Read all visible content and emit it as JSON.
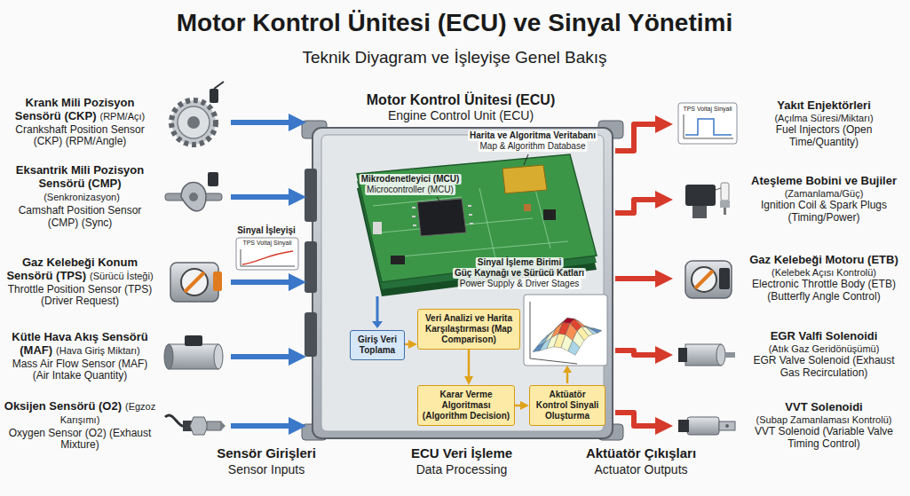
{
  "diagram": {
    "title": "Motor Kontrol Ünitesi (ECU) ve Sinyal Yönetimi",
    "nodes": [
      {
        "text": [
          "Krank Mili Pozisyon Sensörü (CKP)",
          "(RPM/Açı)",
          "Crankshaft Position Sensor (CKP) (RPM/Angle)"
        ]
      },
      {
        "text": [
          "Eksantrik Mili Pozisyon Sensörü (CMP)",
          "(Senkronizasyon)",
          "Camshaft Position Sensor (CMP) (Sync)"
        ]
      },
      {
        "text": [
          "Gaz Kelebeği Konum Sensörü (TPS)",
          "(Sürücü İsteği)",
          "Throttle Position Sensor (TPS) (Driver Request)"
        ]
      },
      {
        "text": [
          "Kütle Hava Akış Sensörü (MAF)",
          "(Hava Giriş Miktarı)",
          "Mass Air Flow Sensor (MAF) (Air Intake Quantity)"
        ]
      },
      {
        "text": [
          "Oksijen Sensörü (O2)",
          "(Egzoz Karışımı)",
          "Oxygen Sensor (O2) (Exhaust Mixture)"
        ]
      },
      {
        "text": [
          "Motor Kontrol Ünitesi (ECU)",
          "Engine Control Unit (ECU)"
        ]
      },
      {
        "text": [
          "Giriş Veri Toplama"
        ],
        "in": 5
      },
      {
        "text": [
          "Veri Analizi ve Harita Karşılaştırması (Map Comparison)"
        ],
        "in": 5
      },
      {
        "text": [
          "Karar Verme Algoritması (Algorithm Decision)"
        ],
        "in": 5
      },
      {
        "text": [
          "Aktüatör Kontrol Sinyali Oluşturma"
        ],
        "in": 5
      },
      {
        "text": [
          "Yakıt Enjektörleri",
          "(Açılma Süresi/Miktarı)",
          "Fuel Injectors (Open Time/Quantity)"
        ]
      },
      {
        "text": [
          "Ateşleme Bobini ve Bujiler",
          "(Zamanlama/Güç)",
          "Ignition Coil & Spark Plugs (Timing/Power)"
        ]
      },
      {
        "text": [
          "Gaz Kelebeği Motoru (ETB)",
          "(Kelebek Açısı Kontrolü)",
          "Electronic Throttle Body (ETB) (Butterfly Angle Control)"
        ]
      },
      {
        "text": [
          "EGR Valfi Solenoidi",
          "(Atık Gaz Geridönüşümü)",
          "EGR Valve Solenoid (Exhaust Gas Recirculation)"
        ]
      },
      {
        "text": [
          "VVT Solenoidi",
          "(Subap Zamanlaması Kontrolü)",
          "VVT Solenoid (Variable Valve Timing Control)"
        ]
      }
    ],
    "edges": [
      {
        "from": 0,
        "to": 5,
        "arrow": "to"
      },
      {
        "from": 1,
        "to": 5,
        "arrow": "to"
      },
      {
        "from": 2,
        "to": 5,
        "arrow": "to"
      },
      {
        "from": 3,
        "to": 5,
        "arrow": "to"
      },
      {
        "from": 4,
        "to": 5,
        "arrow": "to"
      },
      {
        "from": 6,
        "to": 7,
        "arrow": "to"
      },
      {
        "from": 7,
        "to": 8,
        "arrow": "to"
      },
      {
        "from": 8,
        "to": 9,
        "arrow": "to"
      },
      {
        "from": 5,
        "to": 10,
        "arrow": "to"
      },
      {
        "from": 5,
        "to": 11,
        "arrow": "to"
      },
      {
        "from": 5,
        "to": 12,
        "arrow": "to"
      },
      {
        "from": 5,
        "to": 13,
        "arrow": "to"
      },
      {
        "from": 5,
        "to": 14,
        "arrow": "to"
      }
    ],
    "labels": [
      "Teknik Diyagram ve İşleyişe Genel Bakış",
      "Harita ve Algoritma Veritabanı",
      "Map & Algorithm Database",
      "Mikrodenetleyici (MCU)",
      "Microcontroller (MCU)",
      "Sinyal İşleme Birimi",
      "Güç Kaynağı ve Sürücü Katları",
      "Power Supply & Driver Stages",
      "Sinyal İşleyişi",
      "TPS Voltaj Sinyali",
      "TPS Voltaj Sinyali",
      "Sensör Girişleri",
      "Sensor Inputs",
      "ECU Veri İşleme",
      "Data Processing",
      "Aktüatör Çıkışları",
      "Actuator Outputs"
    ]
  }
}
